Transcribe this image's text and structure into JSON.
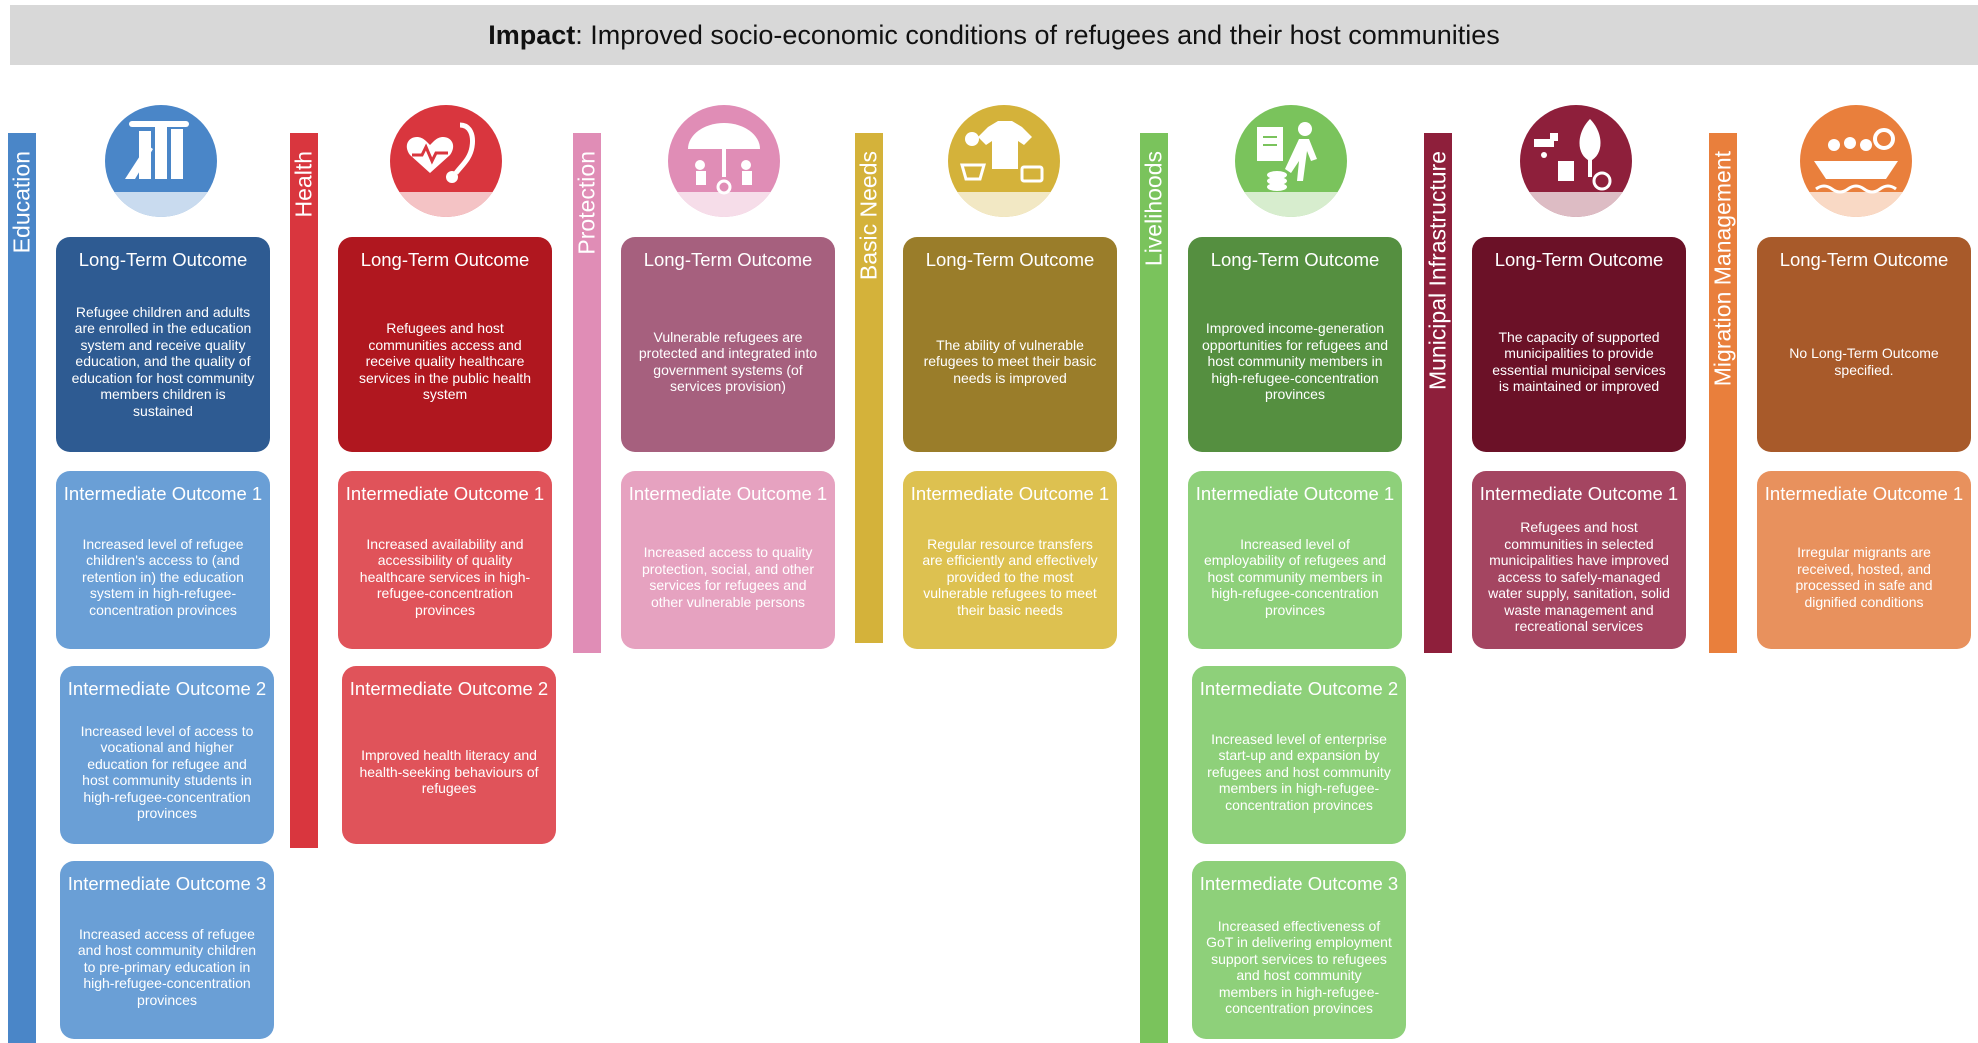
{
  "impact": {
    "label": "Impact",
    "text": ": Improved socio-economic conditions of refugees and their host communities"
  },
  "pillars": [
    {
      "name": "Education",
      "icon": "books-icon",
      "color": "#4a86c8",
      "lt_color": "#2e5b92",
      "io_color": "#6a9fd6",
      "ring": "#4a86c8",
      "lt_title": "Long-Term Outcome",
      "lt_text": "Refugee children and adults are enrolled in the education system and receive quality education, and the quality of education for host community members children is sustained",
      "io": [
        {
          "title": "Intermediate Outcome 1",
          "text": "Increased level of refugee children's access to (and retention in) the education system in high-refugee-concentration provinces"
        },
        {
          "title": "Intermediate Outcome 2",
          "text": "Increased level of access to vocational and higher education for refugee and host community students in high-refugee-concentration provinces"
        },
        {
          "title": "Intermediate Outcome 3",
          "text": "Increased access of refugee and host community children to pre-primary education in high-refugee-concentration provinces"
        }
      ]
    },
    {
      "name": "Health",
      "icon": "heart-stethoscope-icon",
      "color": "#d9363e",
      "lt_color": "#b0171f",
      "io_color": "#e0535a",
      "ring": "#d9363e",
      "lt_title": "Long-Term Outcome",
      "lt_text": "Refugees and host communities access and receive quality healthcare services in the public health system",
      "io": [
        {
          "title": "Intermediate Outcome 1",
          "text": "Increased availability and accessibility of quality healthcare services in high-refugee-concentration provinces"
        },
        {
          "title": "Intermediate Outcome 2",
          "text": "Improved health literacy and health-seeking behaviours of refugees"
        }
      ]
    },
    {
      "name": "Protection",
      "icon": "umbrella-family-icon",
      "color": "#e08db6",
      "lt_color": "#a6607e",
      "io_color": "#e6a2c0",
      "ring": "#e08db6",
      "lt_title": "Long-Term Outcome",
      "lt_text": "Vulnerable refugees are protected and integrated into government systems (of services provision)",
      "io": [
        {
          "title": "Intermediate Outcome 1",
          "text": "Increased access to quality protection, social, and other services for refugees and other vulnerable persons"
        }
      ]
    },
    {
      "name": "Basic Needs",
      "icon": "shirt-cart-icon",
      "color": "#d4b23a",
      "lt_color": "#9a7d2a",
      "io_color": "#ddc150",
      "ring": "#d4b23a",
      "lt_title": "Long-Term Outcome",
      "lt_text": "The ability of vulnerable refugees to meet their basic needs is improved",
      "io": [
        {
          "title": "Intermediate Outcome 1",
          "text": "Regular resource transfers are efficiently and effectively provided to the most vulnerable refugees to meet their basic needs"
        }
      ]
    },
    {
      "name": "Livelihoods",
      "icon": "worker-coins-icon",
      "color": "#7ac35c",
      "lt_color": "#558f40",
      "io_color": "#8ed07a",
      "ring": "#7ac35c",
      "lt_title": "Long-Term Outcome",
      "lt_text": "Improved income-generation opportunities for refugees and host community members in high-refugee-concentration provinces",
      "io": [
        {
          "title": "Intermediate Outcome 1",
          "text": "Increased level of employability of refugees and host community members in high-refugee-concentration provinces"
        },
        {
          "title": "Intermediate Outcome 2",
          "text": "Increased level of enterprise start-up and expansion by refugees and host community members in high-refugee-concentration provinces"
        },
        {
          "title": "Intermediate Outcome 3",
          "text": "Increased effectiveness of GoT in delivering employment support services to refugees and host community members in high-refugee-concentration provinces"
        }
      ]
    },
    {
      "name": "Municipal Infrastructure",
      "icon": "tap-tree-icon",
      "color": "#8e1f3b",
      "lt_color": "#6b1127",
      "io_color": "#a44561",
      "ring": "#8e1f3b",
      "lt_title": "Long-Term Outcome",
      "lt_text": "The capacity of supported municipalities to provide essential municipal services is maintained or improved",
      "io": [
        {
          "title": "Intermediate Outcome 1",
          "text": "Refugees and host communities in selected municipalities have improved access to safely-managed water supply, sanitation, solid waste management and recreational services"
        }
      ]
    },
    {
      "name": "Migration Management",
      "icon": "boat-people-icon",
      "color": "#e97f3c",
      "lt_color": "#a85a2a",
      "io_color": "#e8915d",
      "ring": "#e97f3c",
      "lt_title": "Long-Term Outcome",
      "lt_text": "No Long-Term Outcome specified.",
      "io": [
        {
          "title": "Intermediate Outcome 1",
          "text": "Irregular migrants are received, hosted, and processed in safe and dignified conditions"
        }
      ]
    }
  ]
}
